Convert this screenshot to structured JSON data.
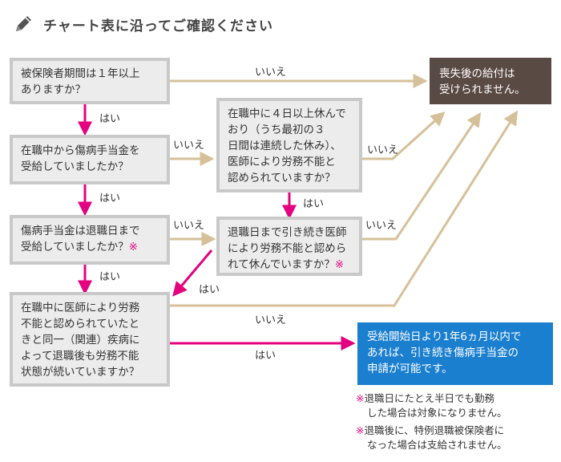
{
  "title": "チャート表に沿ってご確認ください",
  "colors": {
    "yes_arrow": "#e4007f",
    "no_arrow": "#d6c09a",
    "result_box": "#5a4a44",
    "info_box": "#1b7fcf",
    "node_fill": "#ececec",
    "node_border": "#c9c9c9"
  },
  "icons": {
    "title_icon": "pencil-icon"
  },
  "nodes": {
    "q1": "被保険者期間は１年以上\nありますか？",
    "q2": "在職中から傷病手当金を\n受給していましたか？",
    "q3": "傷病手当金は退職日まで\n受給していましたか？",
    "q3_mark": "※",
    "q4": "在職中に医師により労務\n不能と認められていたと\nきと同一（関連）疾病に\nよって退職後も労務不能\n状態が続いていますか？",
    "q5": "在職中に４日以上休んで\nおり（うち最初の３\n日間は連続した休み）、\n医師により労務不能と\n認められていますか？",
    "q6": "退職日まで引き続き医師\nにより労務不能と認めら\nれて休んでいますか？",
    "q6_mark": "※",
    "result_no": "喪失後の給付は\n受けられません。",
    "result_yes": "受給開始日より1年6ヵ月以内で\nあれば、引き続き傷病手当金の\n申請が可能です。"
  },
  "labels": {
    "yes": "はい",
    "no": "いいえ"
  },
  "notes": [
    {
      "mark": "※",
      "text": "退職日にたとえ半日でも勤務\nした場合は対象になりません。"
    },
    {
      "mark": "※",
      "text": "退職後に、特例退職被保険者に\nなった場合は支給されません。"
    }
  ]
}
